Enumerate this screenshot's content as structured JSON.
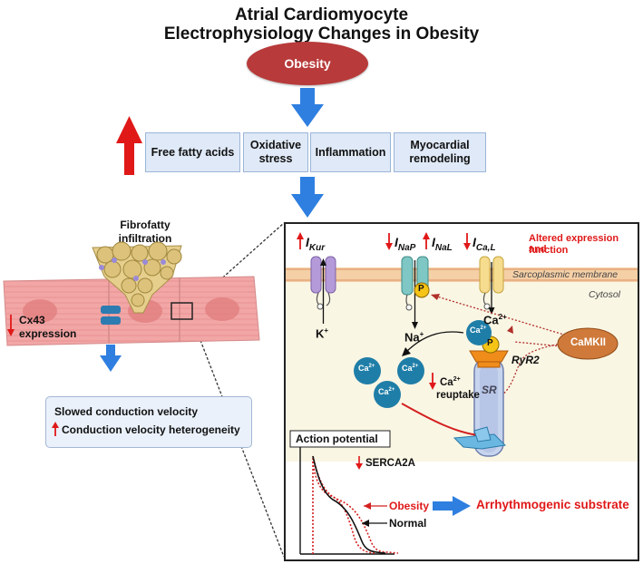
{
  "title": {
    "line1": "Atrial Cardiomyocyte",
    "line2": "Electrophysiology Changes in Obesity"
  },
  "obesity_pill": "Obesity",
  "factors": [
    "Free fatty acids",
    "Oxidative stress",
    "Inflammation",
    "Myocardial remodeling"
  ],
  "left": {
    "fibrofatty_line1": "Fibrofatty",
    "fibrofatty_line2": "infiltration",
    "cx43_line1": "Cx43",
    "cx43_line2": "expression",
    "conduction_line1": "Slowed conduction velocity",
    "conduction_line2": "Conduction velocity heterogeneity"
  },
  "panel": {
    "currents": {
      "kur": "I",
      "kur_sub": "Kur",
      "nap": "I",
      "nap_sub": "NaP",
      "nal": "I",
      "nal_sub": "NaL",
      "cal": "I",
      "cal_sub": "Ca,L"
    },
    "altered_line1": "Altered expression and",
    "altered_line2": "function",
    "sarcoplasmic_membrane": "Sarcoplasmic membrane",
    "cytosol": "Cytosol",
    "ion_k": "K",
    "ion_na": "Na",
    "ion_ca": "Ca",
    "ca_label": "Ca",
    "p_label": "P",
    "camkii": "CaMKII",
    "ryr2": "RyR2",
    "sr": "SR",
    "ca_reuptake_line1": "Ca",
    "ca_reuptake_line2": "reuptake",
    "serca": "SERCA2A",
    "action_potential": "Action potential",
    "obesity": "Obesity",
    "normal": "Normal",
    "arrhythmogenic": "Arrhythmogenic substrate"
  },
  "colors": {
    "red": "#e01818",
    "blue_arrow": "#2e7fe0",
    "obesity_pill": "#b83a3a",
    "factor_box": "#dfe9f7",
    "cytosol": "#faf6e4",
    "camkii": "#cf7a3a",
    "ca_ion": "#1f7ea8",
    "p_circle": "#f6c416"
  }
}
